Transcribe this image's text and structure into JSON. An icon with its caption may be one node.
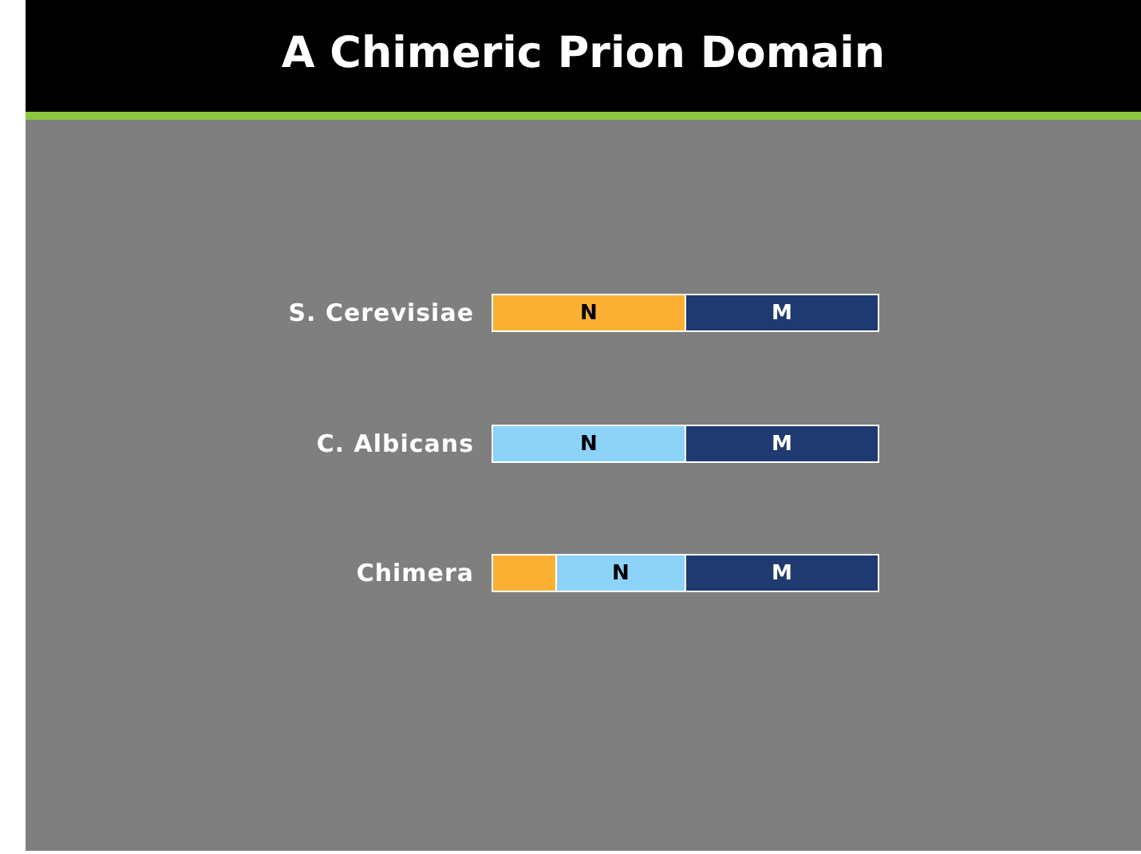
{
  "diagram": {
    "title": "A Chimeric Prion Domain",
    "nodes": [
      {
        "text": [
          "N"
        ]
      },
      {
        "text": [
          "M"
        ]
      },
      {
        "text": [
          "N"
        ]
      },
      {
        "text": [
          "M"
        ]
      },
      {
        "text": [],
        "shape": "bar"
      },
      {
        "text": [
          "N"
        ]
      },
      {
        "text": [
          "M"
        ]
      }
    ],
    "labels": [
      "S. Cerevisiae",
      "C. Albicans",
      "Chimera"
    ]
  }
}
